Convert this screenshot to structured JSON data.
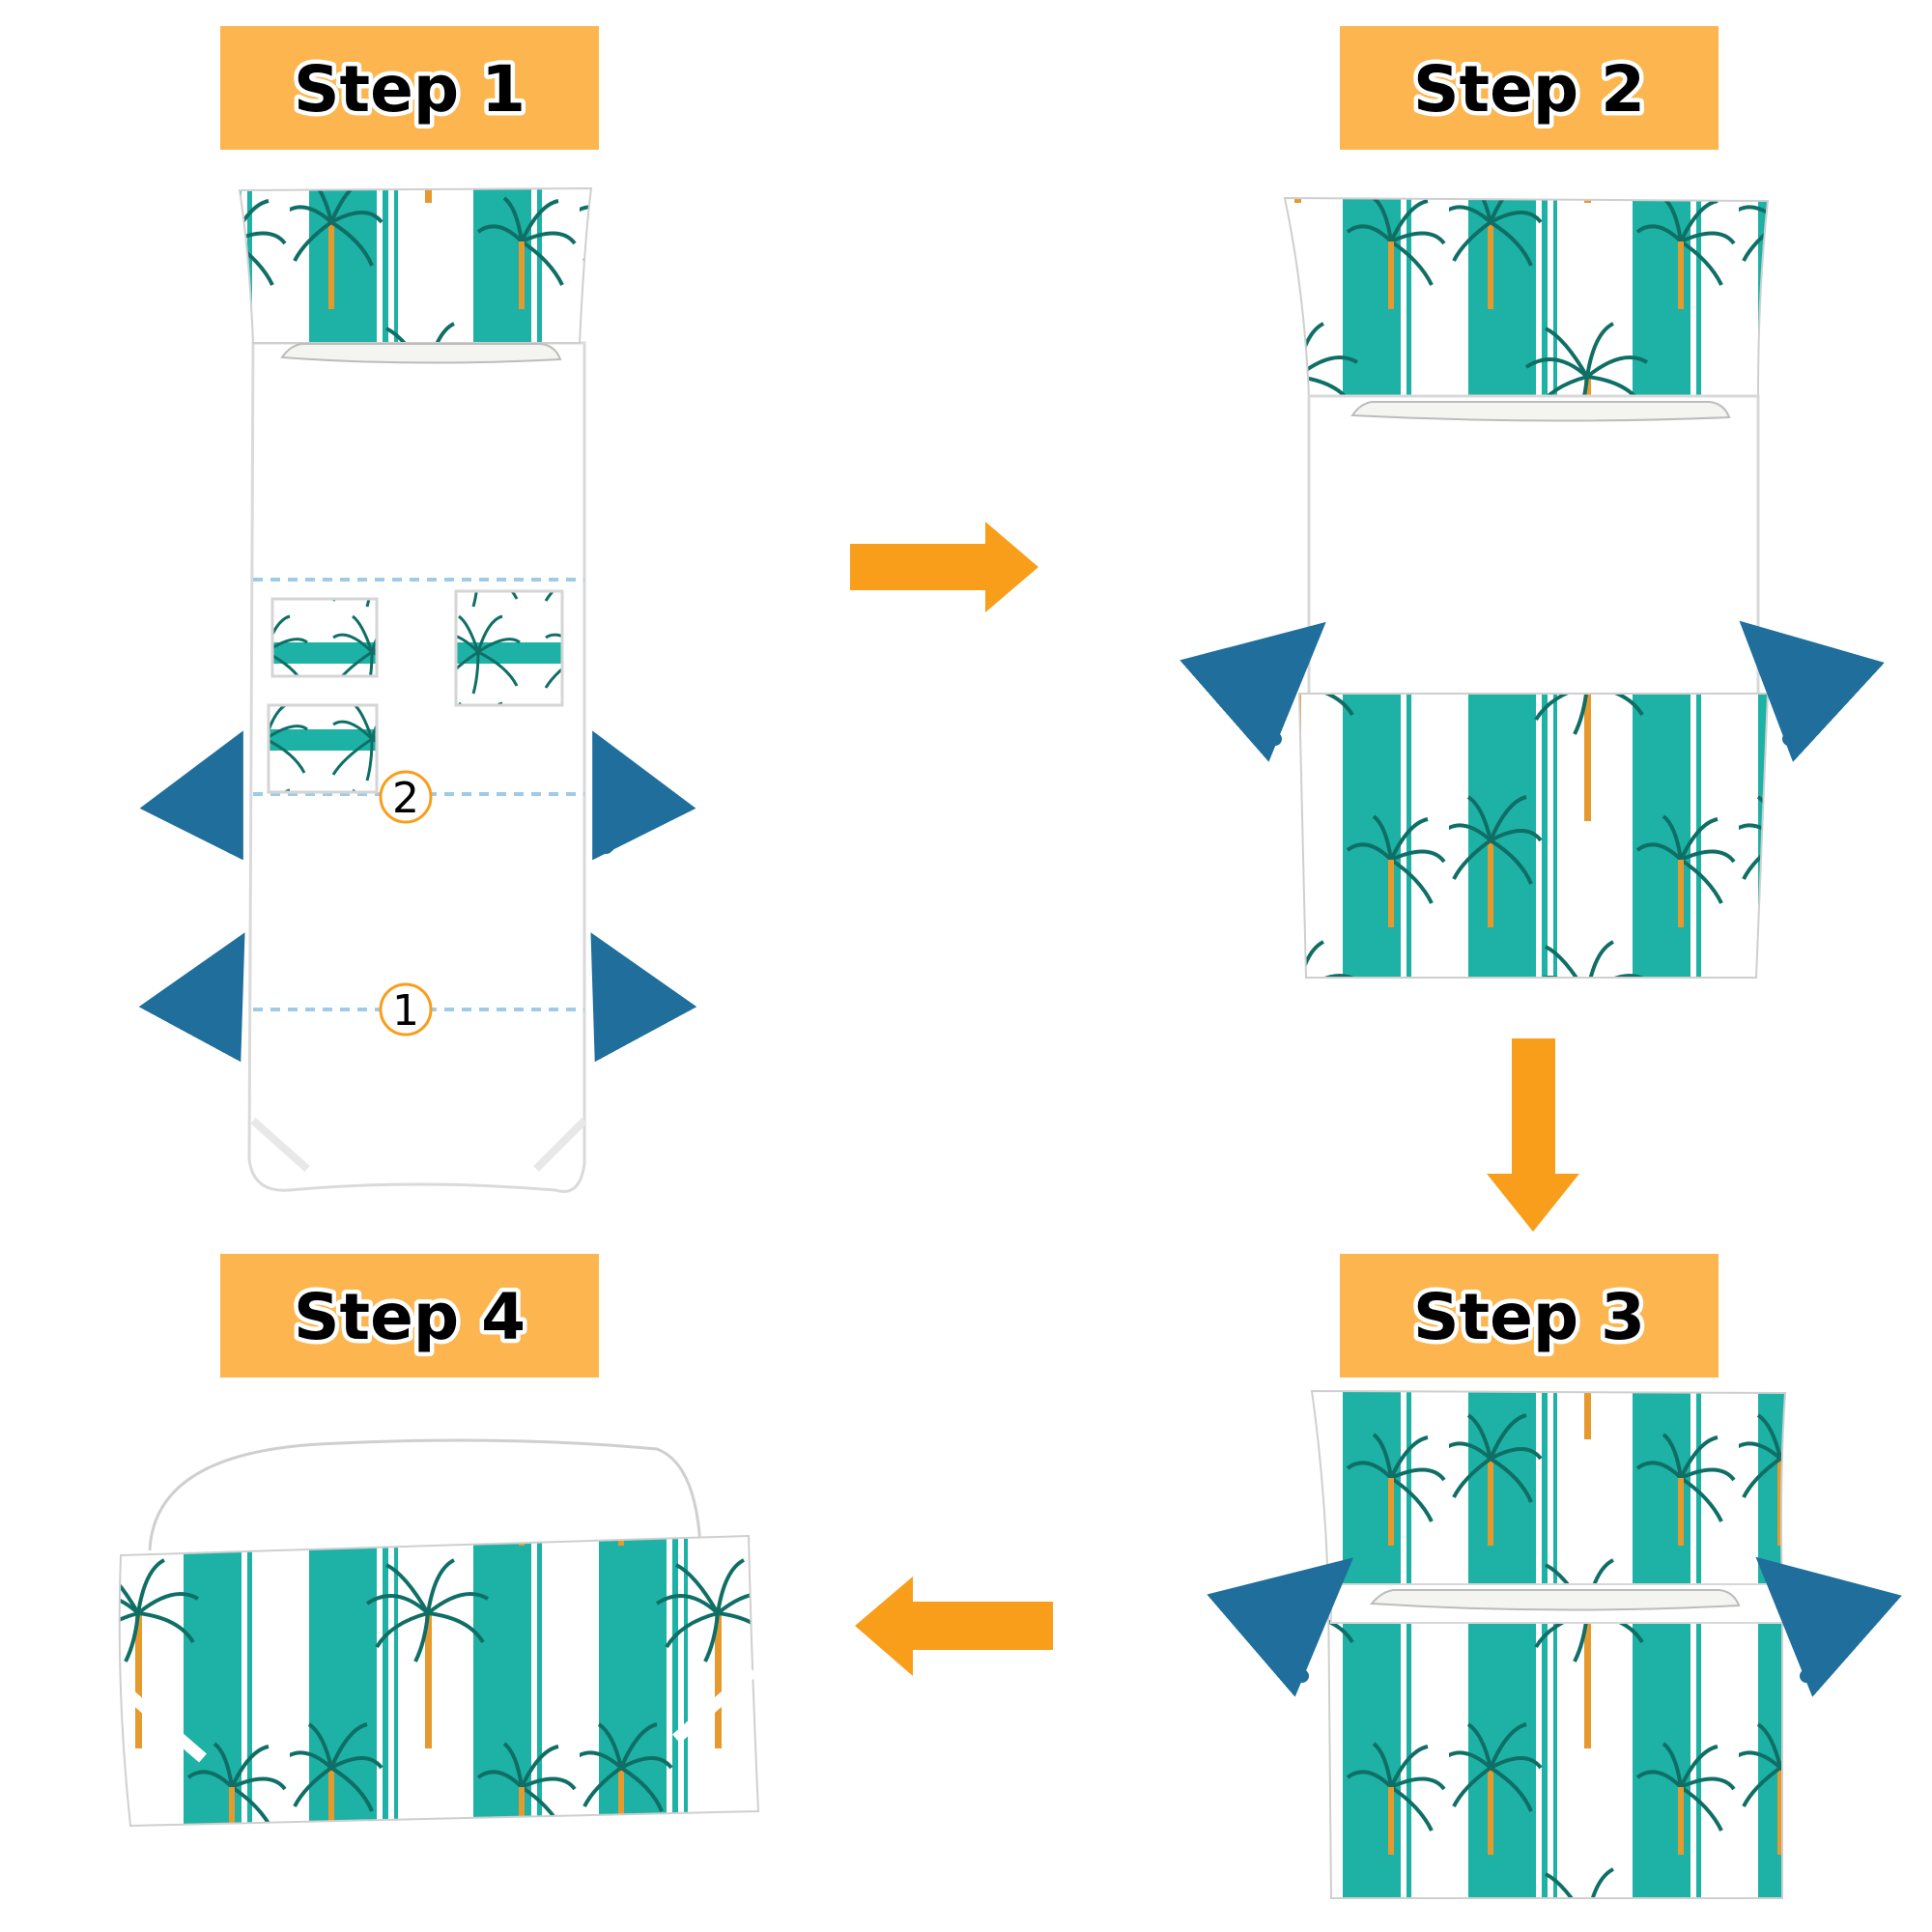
{
  "steps": [
    {
      "label": "Step 1"
    },
    {
      "label": "Step 2"
    },
    {
      "label": "Step 3"
    },
    {
      "label": "Step 4"
    }
  ],
  "fold_markers": [
    "1",
    "2"
  ],
  "colors": {
    "banner": "#FDB64F",
    "arrow": "#F99E1B",
    "curl_arrow": "#1F6E9C",
    "teal": "#1DB2A5",
    "palm": "#0F6F66",
    "trunk": "#E69A2E",
    "fold_line": "#9FCBE8",
    "fabric": "#FFFFFF"
  }
}
